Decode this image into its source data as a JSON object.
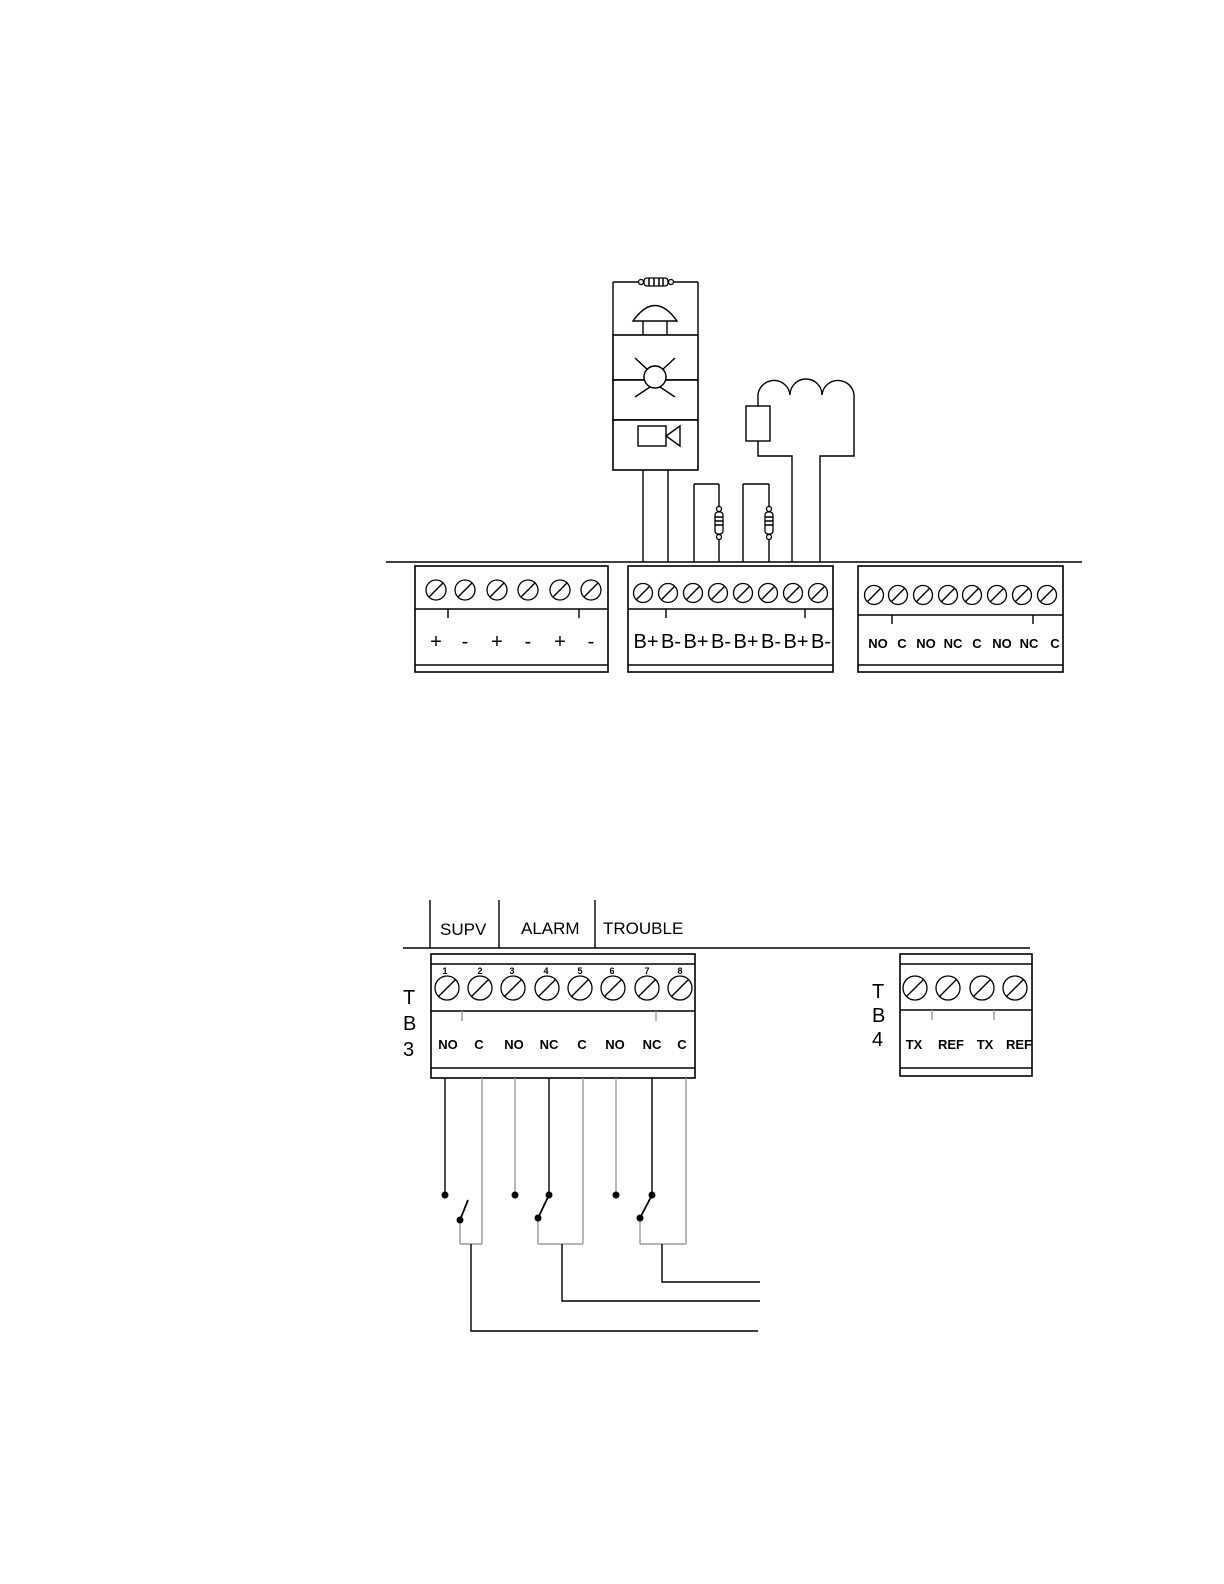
{
  "top": {
    "block1_labels": [
      "+",
      "-",
      "+",
      "-",
      "+",
      "-"
    ],
    "block2_labels": [
      "B+",
      "B-",
      "B+",
      "B-",
      "B+",
      "B-",
      "B+",
      "B-"
    ],
    "block3_labels": [
      "NO",
      "C",
      "NO",
      "NC",
      "C",
      "NO",
      "NC",
      "C"
    ]
  },
  "bottom": {
    "headers": {
      "supv": "SUPV",
      "alarm": "ALARM",
      "trouble": "TROUBLE"
    },
    "tb3": {
      "side_label": [
        "T",
        "B",
        "3"
      ],
      "terminal_numbers": [
        "1",
        "2",
        "3",
        "4",
        "5",
        "6",
        "7",
        "8"
      ],
      "terminal_labels": [
        "NO",
        "C",
        "NO",
        "NC",
        "C",
        "NO",
        "NC",
        "C"
      ]
    },
    "tb4": {
      "side_label": [
        "T",
        "B",
        "4"
      ],
      "terminal_labels": [
        "TX",
        "REF",
        "TX",
        "REF"
      ]
    }
  },
  "icons": [
    "resistor-icon",
    "bell-icon",
    "strobe-icon",
    "horn-icon",
    "speaker-icon",
    "switch-icon"
  ]
}
